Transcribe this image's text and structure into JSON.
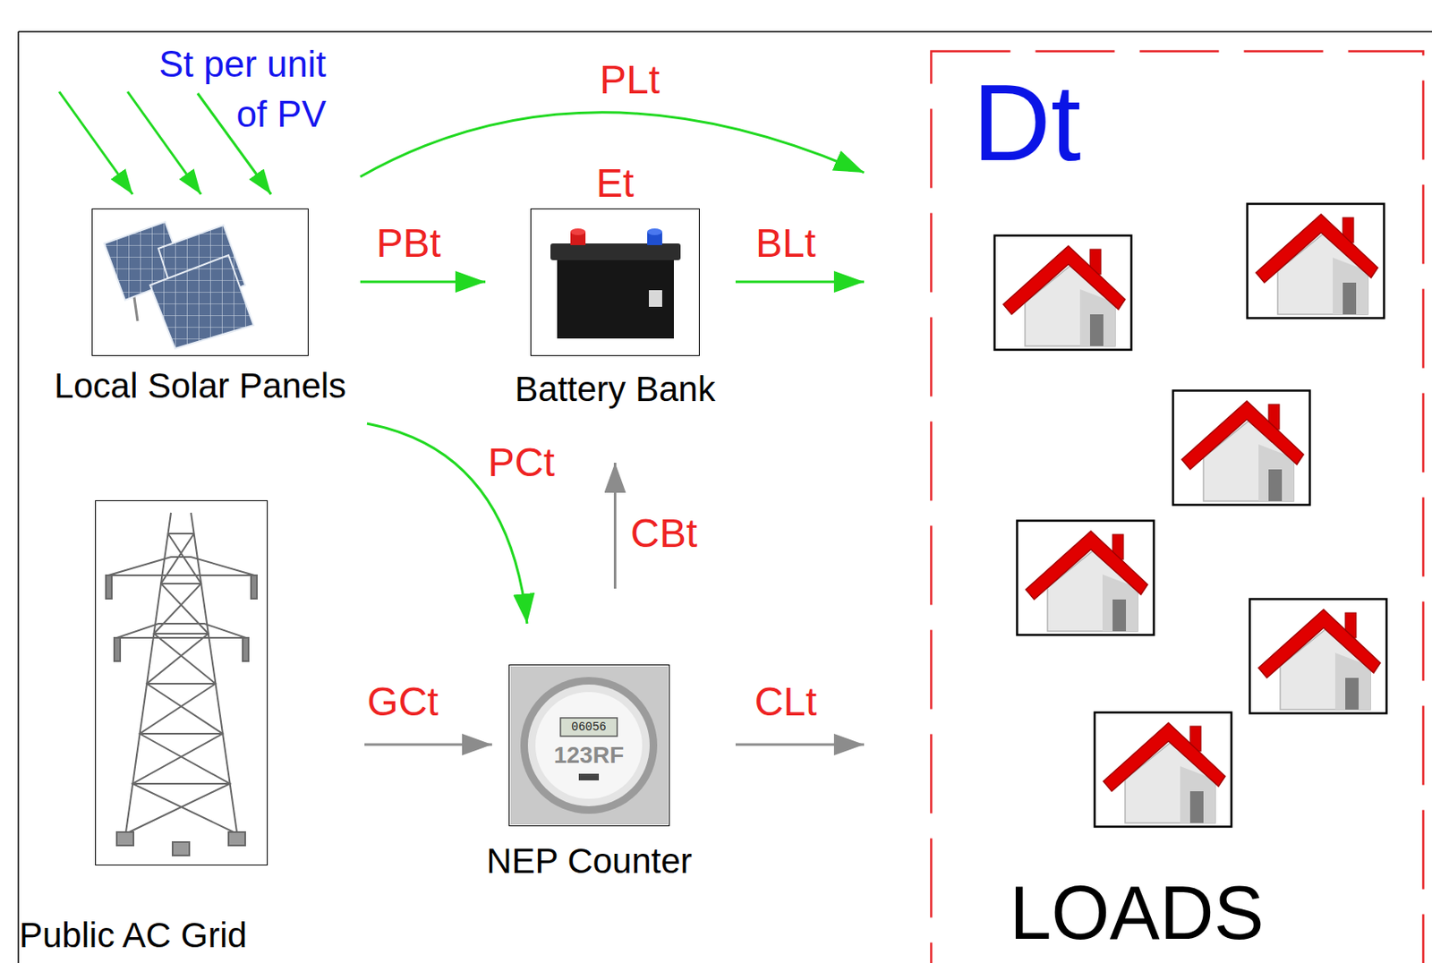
{
  "diagram": {
    "nodes": [
      {
        "text": [
          "Local Solar Panels"
        ]
      },
      {
        "text": [
          "Et",
          "Battery Bank"
        ]
      },
      {
        "text": [
          "Dt",
          "LOADS"
        ]
      },
      {
        "text": [
          "Public AC Grid"
        ]
      },
      {
        "text": [
          "NEP Counter"
        ]
      }
    ],
    "edges": [
      {
        "from": 0,
        "to": 2,
        "arrow": "to",
        "label": "PLt"
      },
      {
        "from": 0,
        "to": 1,
        "arrow": "to",
        "label": "PBt"
      },
      {
        "from": 1,
        "to": 2,
        "arrow": "to",
        "label": "BLt"
      },
      {
        "from": 0,
        "to": 4,
        "arrow": "to",
        "label": "PCt"
      },
      {
        "from": 4,
        "to": 1,
        "arrow": "to",
        "label": "CBt"
      },
      {
        "from": 3,
        "to": 4,
        "arrow": "to",
        "label": "GCt"
      },
      {
        "from": 4,
        "to": 2,
        "arrow": "to",
        "label": "CLt"
      }
    ],
    "labels": [
      "St per unit of PV",
      "06056",
      "123RF"
    ]
  }
}
